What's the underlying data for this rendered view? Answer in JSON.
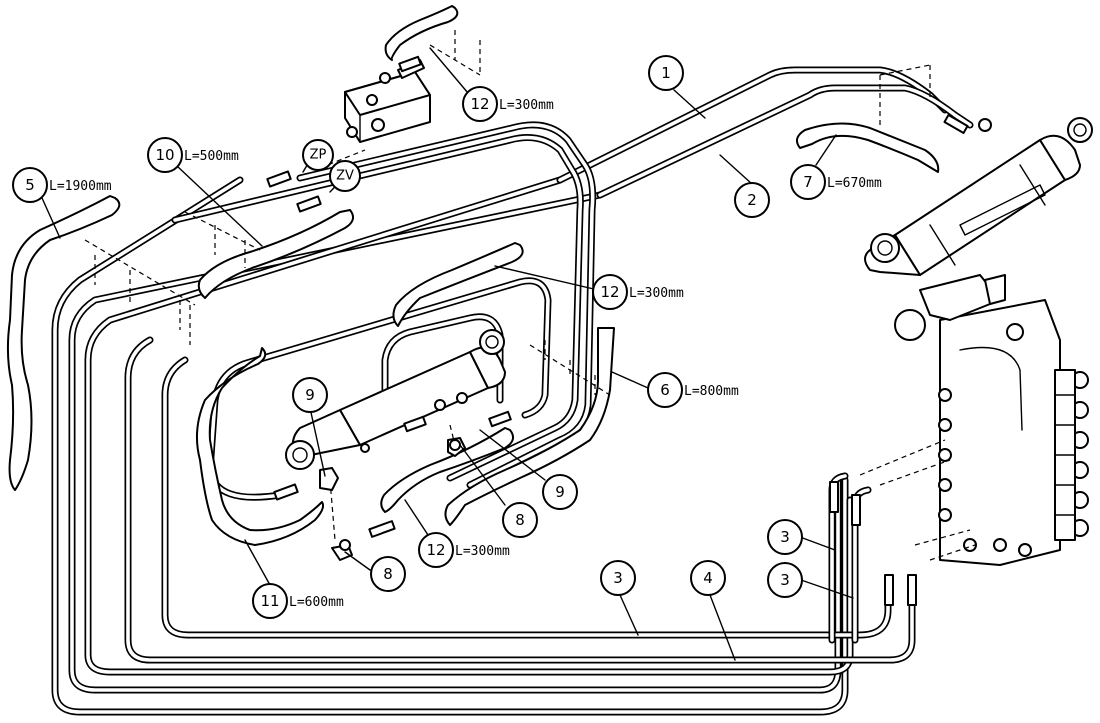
{
  "callouts": [
    {
      "number": "1"
    },
    {
      "number": "2"
    },
    {
      "number": "3"
    },
    {
      "number": "3"
    },
    {
      "number": "3"
    },
    {
      "number": "4"
    },
    {
      "number": "5",
      "length": "L=1900mm"
    },
    {
      "number": "6",
      "length": "L=800mm"
    },
    {
      "number": "7",
      "length": "L=670mm"
    },
    {
      "number": "8"
    },
    {
      "number": "8"
    },
    {
      "number": "9"
    },
    {
      "number": "9"
    },
    {
      "number": "10",
      "length": "L=500mm"
    },
    {
      "number": "11",
      "length": "L=600mm"
    },
    {
      "number": "12",
      "length": "L=300mm"
    },
    {
      "number": "12",
      "length": "L=300mm"
    },
    {
      "number": "12",
      "length": "L=300mm"
    }
  ],
  "ports": [
    {
      "label": "ZP"
    },
    {
      "label": "ZV"
    }
  ]
}
